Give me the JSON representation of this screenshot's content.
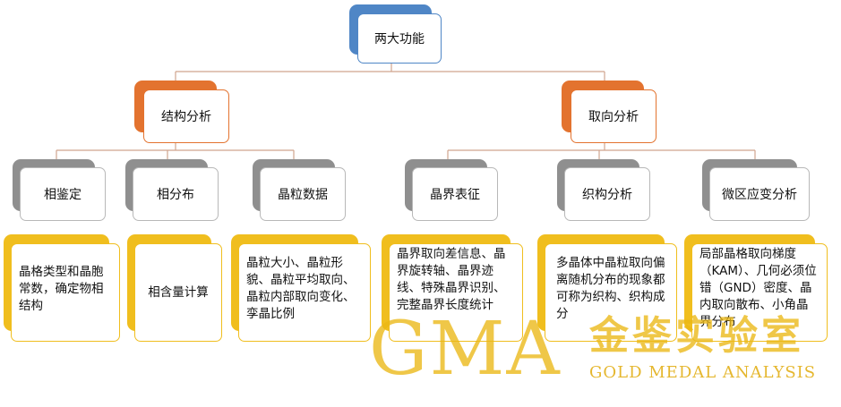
{
  "root": {
    "label": "两大功能"
  },
  "branches": [
    {
      "label": "结构分析",
      "children": [
        {
          "label": "相鉴定",
          "detail": "晶格类型和晶胞常数，确定物相结构"
        },
        {
          "label": "相分布",
          "detail": "相含量计算"
        },
        {
          "label": "晶粒数据",
          "detail": "晶粒大小、晶粒形貌、晶粒平均取向、晶粒内部取向变化、孪晶比例"
        }
      ]
    },
    {
      "label": "取向分析",
      "children": [
        {
          "label": "晶界表征",
          "detail": "晶界取向差信息、晶界旋转轴、晶界迹线、特殊晶界识别、完整晶界长度统计"
        },
        {
          "label": "织构分析",
          "detail": "多晶体中晶粒取向偏离随机分布的现象都可称为织构、织构成分"
        },
        {
          "label": "微区应变分析",
          "detail": "局部晶格取向梯度（KAM）、几何必须位错（GND）密度、晶内取向散布、小角晶界分布"
        }
      ]
    }
  ],
  "watermark": {
    "logo": "GMA",
    "name_cn": "金鉴实验室",
    "name_en": "GOLD MEDAL ANALYSIS"
  },
  "colors": {
    "root": "#4f86c6",
    "branch": "#e3732f",
    "category": "#8f8f8f",
    "detail": "#f0be1e",
    "connector": "#c98a6a"
  }
}
